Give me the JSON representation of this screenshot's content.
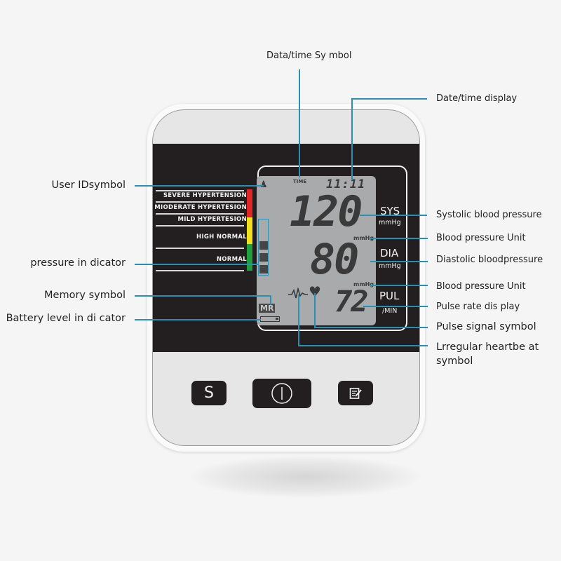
{
  "callouts": {
    "datetime_symbol": "Data/time Sy mbol",
    "datetime_display": "Date/time display",
    "user_id_symbol": "User IDsymbol",
    "pressure_indicator": "pressure in dicator",
    "memory_symbol": "Memory symbol",
    "battery_indicator": "Battery level in di cator",
    "systolic": "Systolic blood pressure",
    "bp_unit_1": "Blood pressure Unit",
    "diastolic": "Diastolic bloodpressure",
    "bp_unit_2": "Blood pressure Unit",
    "pulse_rate": "Pulse rate dis play",
    "pulse_signal": "Pulse signal symbol",
    "irregular_line1": "Lrregular heartbe at",
    "irregular_line2": "symbol"
  },
  "classification": [
    {
      "label": "SEVERE HYPERTENSION"
    },
    {
      "label": "MIODERATE HYPERTESION"
    },
    {
      "label": "MILD HYPERTESION"
    },
    {
      "label": "HIGH NORMAL"
    },
    {
      "label": "NORMAL"
    }
  ],
  "lcd": {
    "time_label": "TIME",
    "time_value": "11:11",
    "systolic": "120",
    "diastolic": "80",
    "pulse": "72",
    "unit_sys": "mmHg",
    "unit_dia": "mmHg",
    "memory_label": "MR",
    "user_id": "1"
  },
  "side_labels": {
    "sys": "SYS",
    "sys_unit": "mmHg",
    "dia": "DIA",
    "dia_unit": "mmHg",
    "pul": "PUL",
    "pul_unit": "/MIN"
  },
  "buttons": {
    "set": "S",
    "power": "power-icon",
    "memory": "memo-edit-icon"
  },
  "colors": {
    "leader": "#2a8fb0",
    "red": "#e02626",
    "yellow": "#f1e01c",
    "green": "#1fa03a",
    "panel": "#231f20",
    "lcd": "#a9aaab"
  }
}
